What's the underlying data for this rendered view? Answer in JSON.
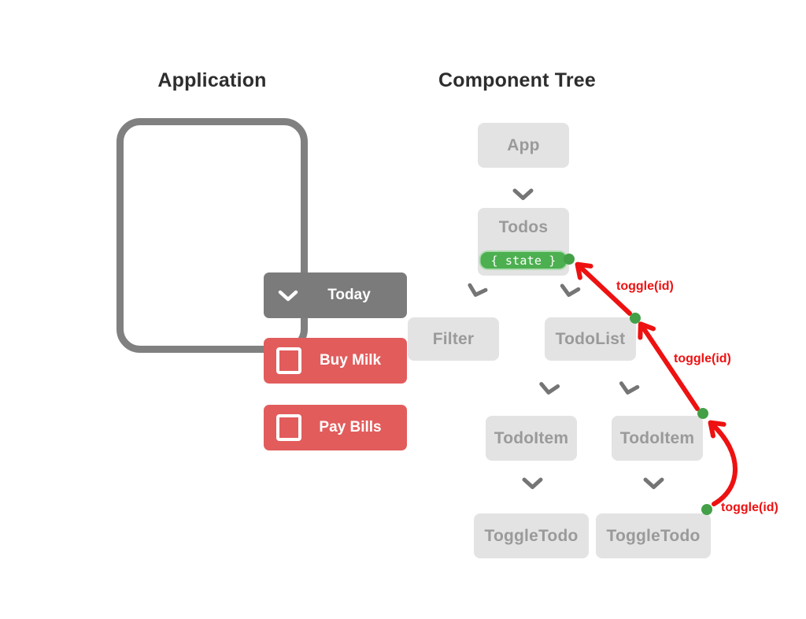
{
  "application": {
    "title": "Application",
    "dropdown": {
      "label": "Today",
      "icon": "chevron-down"
    },
    "todo_items": [
      {
        "label": "Buy Milk",
        "checked": false
      },
      {
        "label": "Pay Bills",
        "checked": false
      }
    ]
  },
  "component_tree": {
    "title": "Component Tree",
    "nodes": [
      {
        "id": "app",
        "label": "App"
      },
      {
        "id": "todos",
        "label": "Todos",
        "badge": "{ state }"
      },
      {
        "id": "filter",
        "label": "Filter"
      },
      {
        "id": "todo-list",
        "label": "TodoList"
      },
      {
        "id": "todo-item-1",
        "label": "TodoItem"
      },
      {
        "id": "todo-item-2",
        "label": "TodoItem"
      },
      {
        "id": "toggle-todo-1",
        "label": "ToggleTodo"
      },
      {
        "id": "toggle-todo-2",
        "label": "ToggleTodo"
      }
    ],
    "events": [
      {
        "label": "toggle(id)",
        "from": "toggle-todo-2",
        "to": "todo-item-2"
      },
      {
        "label": "toggle(id)",
        "from": "todo-item-2",
        "to": "todo-list"
      },
      {
        "label": "toggle(id)",
        "from": "todo-list",
        "to": "todos"
      }
    ]
  },
  "colors": {
    "todo_red": "#e25c5c",
    "event_arrow_red": "#ee1111",
    "state_green": "#4caf50",
    "dot_green": "#43a047",
    "node_background": "#e3e3e3",
    "node_text": "#9a9a9a",
    "dropdown_gray": "#7b7b7b",
    "frame_border_gray": "#808080",
    "connector_gray": "#757575",
    "title_text": "#2d2d2d"
  }
}
